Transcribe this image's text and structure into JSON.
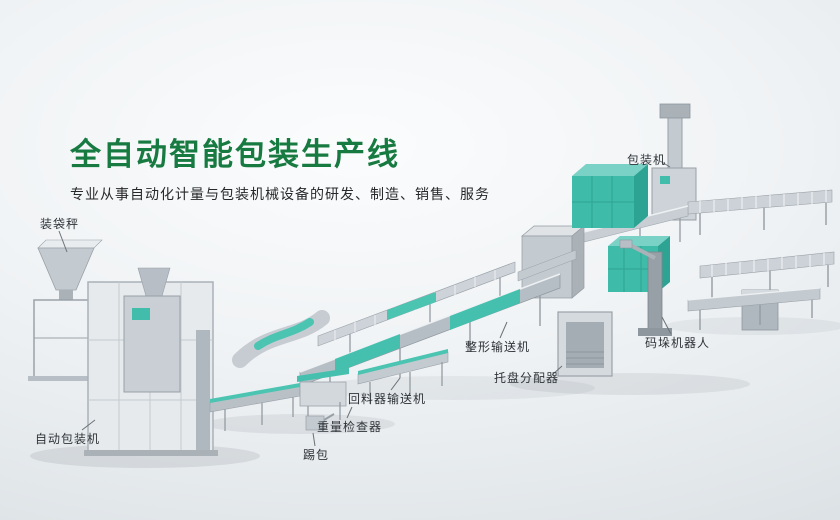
{
  "page": {
    "title": "全自动智能包装生产线",
    "subtitle": "专业从事自动化计量与包装机械设备的研发、制造、销售、服务"
  },
  "colors": {
    "title_green": "#177a41",
    "accent_teal": "#40bfae",
    "machine_gray": "#c3cad0",
    "background_gray": "#e4e9ec"
  },
  "labels": [
    {
      "id": "bagging-scale",
      "text": "装袋秤"
    },
    {
      "id": "packaging-machine",
      "text": "包装机"
    },
    {
      "id": "shaping-conveyor",
      "text": "整形输送机"
    },
    {
      "id": "palletizing-robot",
      "text": "码垛机器人"
    },
    {
      "id": "pallet-dispenser",
      "text": "托盘分配器"
    },
    {
      "id": "return-feeder-conveyor",
      "text": "回料器输送机"
    },
    {
      "id": "weight-checker",
      "text": "重量检查器"
    },
    {
      "id": "kick-bag-rejector",
      "text": "踢包"
    },
    {
      "id": "auto-packaging-machine",
      "text": "自动包装机"
    }
  ]
}
